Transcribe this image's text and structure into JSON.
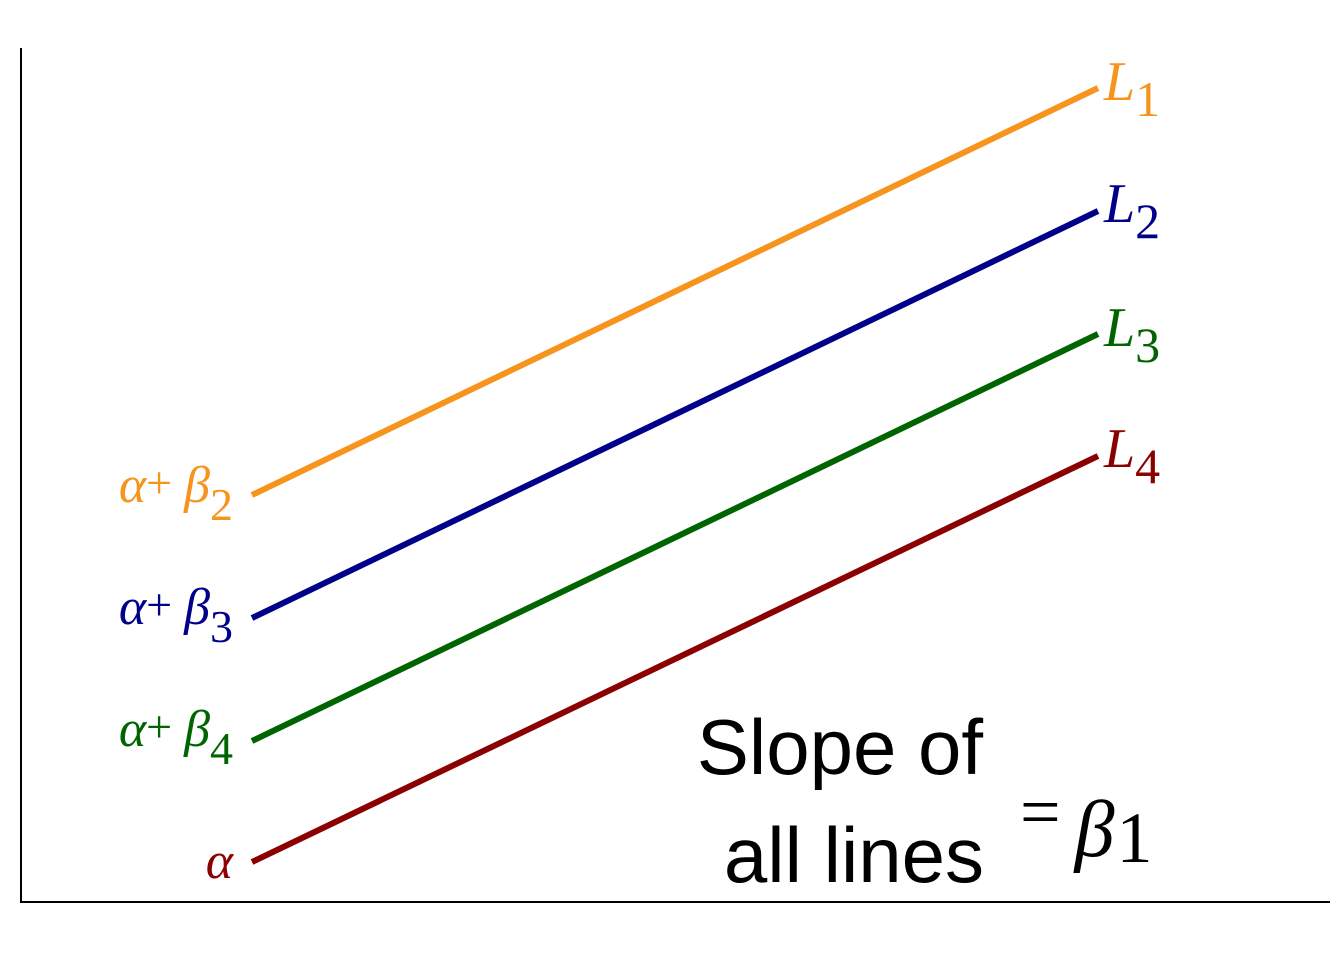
{
  "lines": [
    {
      "id": "L1",
      "end_label": {
        "letter": "L",
        "sub": "1"
      },
      "intercept_label": {
        "alpha": "α",
        "plus": "+",
        "beta": "β",
        "sub": "2"
      },
      "color": "#F7941D"
    },
    {
      "id": "L2",
      "end_label": {
        "letter": "L",
        "sub": "2"
      },
      "intercept_label": {
        "alpha": "α",
        "plus": "+",
        "beta": "β",
        "sub": "3"
      },
      "color": "#00008B"
    },
    {
      "id": "L3",
      "end_label": {
        "letter": "L",
        "sub": "3"
      },
      "intercept_label": {
        "alpha": "α",
        "plus": "+",
        "beta": "β",
        "sub": "4"
      },
      "color": "#006400"
    },
    {
      "id": "L4",
      "end_label": {
        "letter": "L",
        "sub": "4"
      },
      "intercept_label": {
        "alpha": "α",
        "plus": "",
        "beta": "",
        "sub": ""
      },
      "color": "#8B0000"
    }
  ],
  "annotation": {
    "line1": "Slope of",
    "line2": "all lines",
    "equals": "=",
    "beta": "β",
    "sub": "1"
  },
  "colors": {
    "axis": "#000000",
    "text": "#000000",
    "background": "#FFFFFF"
  }
}
